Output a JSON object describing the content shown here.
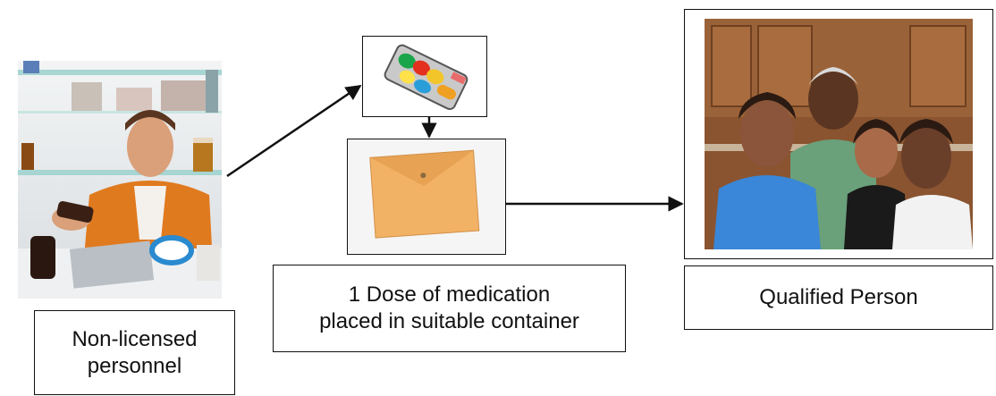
{
  "labels": {
    "source": "Non-licensed\npersonnel",
    "container": "1 Dose of medication\nplaced in suitable container",
    "recipient": "Qualified Person"
  },
  "images": {
    "source": "photo-man-at-medicine-cabinet",
    "medication": "pill-tray-icon",
    "container": "manila-envelope",
    "recipient": "photo-smiling-family"
  },
  "colors": {
    "line": "#111111",
    "envelope": "#f2b266",
    "shirt": "#e07a1f",
    "kitchen": "#8a5430"
  }
}
